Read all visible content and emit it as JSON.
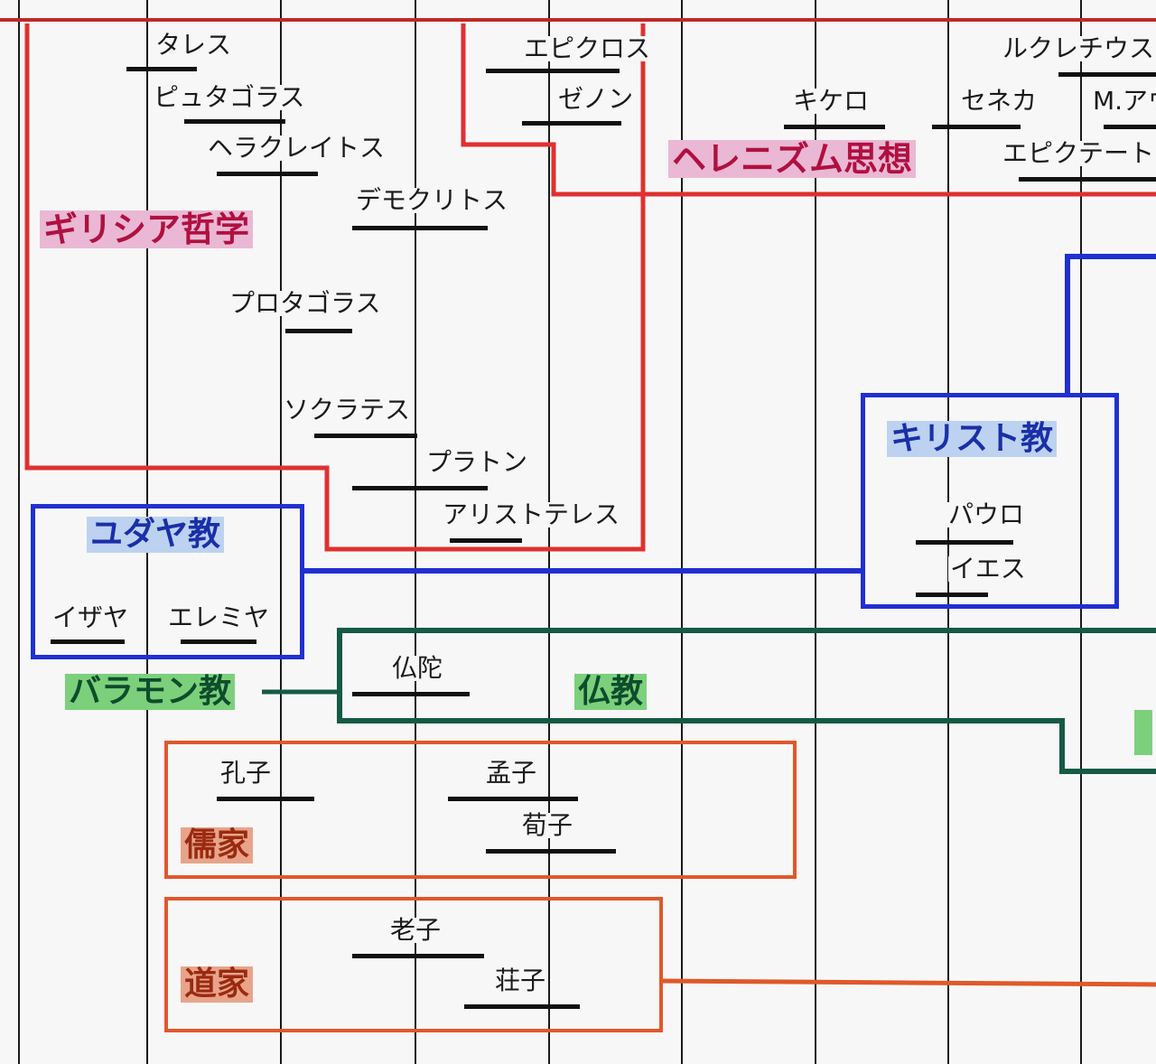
{
  "groups": {
    "greek": "ギリシア哲学",
    "hellenism": "ヘレニズム思想",
    "judaism": "ユダヤ教",
    "christianity": "キリスト教",
    "brahmanism": "バラモン教",
    "buddhism": "仏教",
    "confucianism": "儒家",
    "taoism": "道家"
  },
  "people": {
    "thales": "タレス",
    "pythagoras": "ピュタゴラス",
    "heraclitus": "ヘラクレイトス",
    "democritus": "デモクリトス",
    "protagoras": "プロタゴラス",
    "socrates": "ソクラテス",
    "plato": "プラトン",
    "aristotle": "アリストテレス",
    "epicurus": "エピクロス",
    "zeno": "ゼノン",
    "cicero": "キケロ",
    "seneca": "セネカ",
    "lucretius": "ルクレチウス",
    "marcus": "M.アウ",
    "epictetus": "エピクテート",
    "paul": "パウロ",
    "jesus": "イエス",
    "isaiah": "イザヤ",
    "jeremiah": "エレミヤ",
    "buddha": "仏陀",
    "confucius": "孔子",
    "mencius": "孟子",
    "xunzi": "荀子",
    "laozi": "老子",
    "zhuangzi": "荘子"
  },
  "colors": {
    "greek": "#e03030",
    "religion_blue": "#2030d0",
    "india_green": "#145a45",
    "china_orange": "#e0582a"
  }
}
